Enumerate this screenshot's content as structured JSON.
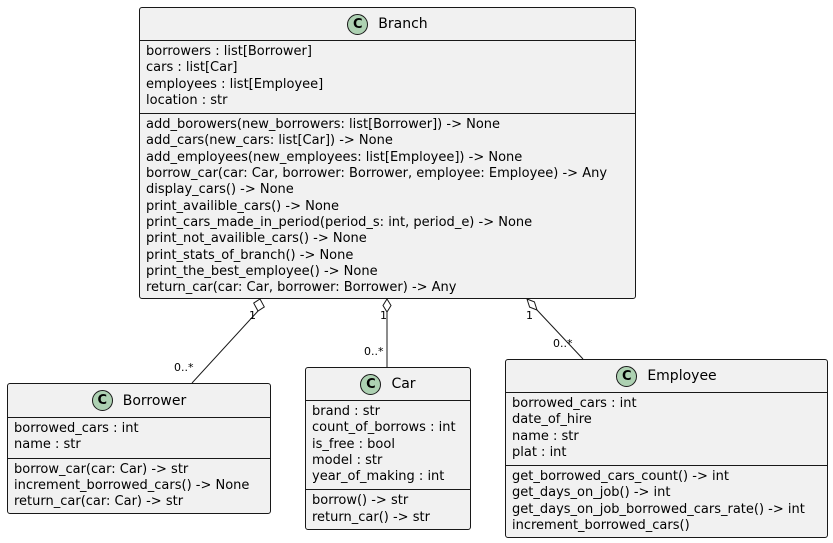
{
  "classes": {
    "branch": {
      "icon": "C",
      "name": "Branch",
      "attributes": [
        "borrowers : list[Borrower]",
        "cars : list[Car]",
        "employees : list[Employee]",
        "location : str"
      ],
      "methods": [
        "add_borowers(new_borrowers: list[Borrower]) -> None",
        "add_cars(new_cars: list[Car]) -> None",
        "add_employees(new_employees: list[Employee]) -> None",
        "borrow_car(car: Car, borrower: Borrower, employee: Employee) -> Any",
        "display_cars() -> None",
        "print_availible_cars() -> None",
        "print_cars_made_in_period(period_s: int, period_e) -> None",
        "print_not_availible_cars() -> None",
        "print_stats_of_branch() -> None",
        "print_the_best_employee() -> None",
        "return_car(car: Car, borrower: Borrower) -> Any"
      ]
    },
    "borrower": {
      "icon": "C",
      "name": "Borrower",
      "attributes": [
        "borrowed_cars : int",
        "name : str"
      ],
      "methods": [
        "borrow_car(car: Car) -> str",
        "increment_borrowed_cars() -> None",
        "return_car(car: Car) -> str"
      ]
    },
    "car": {
      "icon": "C",
      "name": "Car",
      "attributes": [
        "brand : str",
        "count_of_borrows : int",
        "is_free : bool",
        "model : str",
        "year_of_making : int"
      ],
      "methods": [
        "borrow() -> str",
        "return_car() -> str"
      ]
    },
    "employee": {
      "icon": "C",
      "name": "Employee",
      "attributes": [
        "borrowed_cars : int",
        "date_of_hire",
        "name : str",
        "plat : int"
      ],
      "methods": [
        "get_borrowed_cars_count() -> int",
        "get_days_on_job() -> int",
        "get_days_on_job_borrowed_cars_rate() -> int",
        "increment_borrowed_cars()"
      ]
    }
  },
  "associations": [
    {
      "from": "branch",
      "to": "borrower",
      "kind": "aggregation",
      "from_multiplicity": "1",
      "to_multiplicity": "0..*"
    },
    {
      "from": "branch",
      "to": "car",
      "kind": "aggregation",
      "from_multiplicity": "1",
      "to_multiplicity": "0..*"
    },
    {
      "from": "branch",
      "to": "employee",
      "kind": "aggregation",
      "from_multiplicity": "1",
      "to_multiplicity": "0..*"
    }
  ],
  "colors": {
    "class_fill": "#f1f1f1",
    "class_border": "#181818",
    "icon_fill": "#add1b2"
  }
}
